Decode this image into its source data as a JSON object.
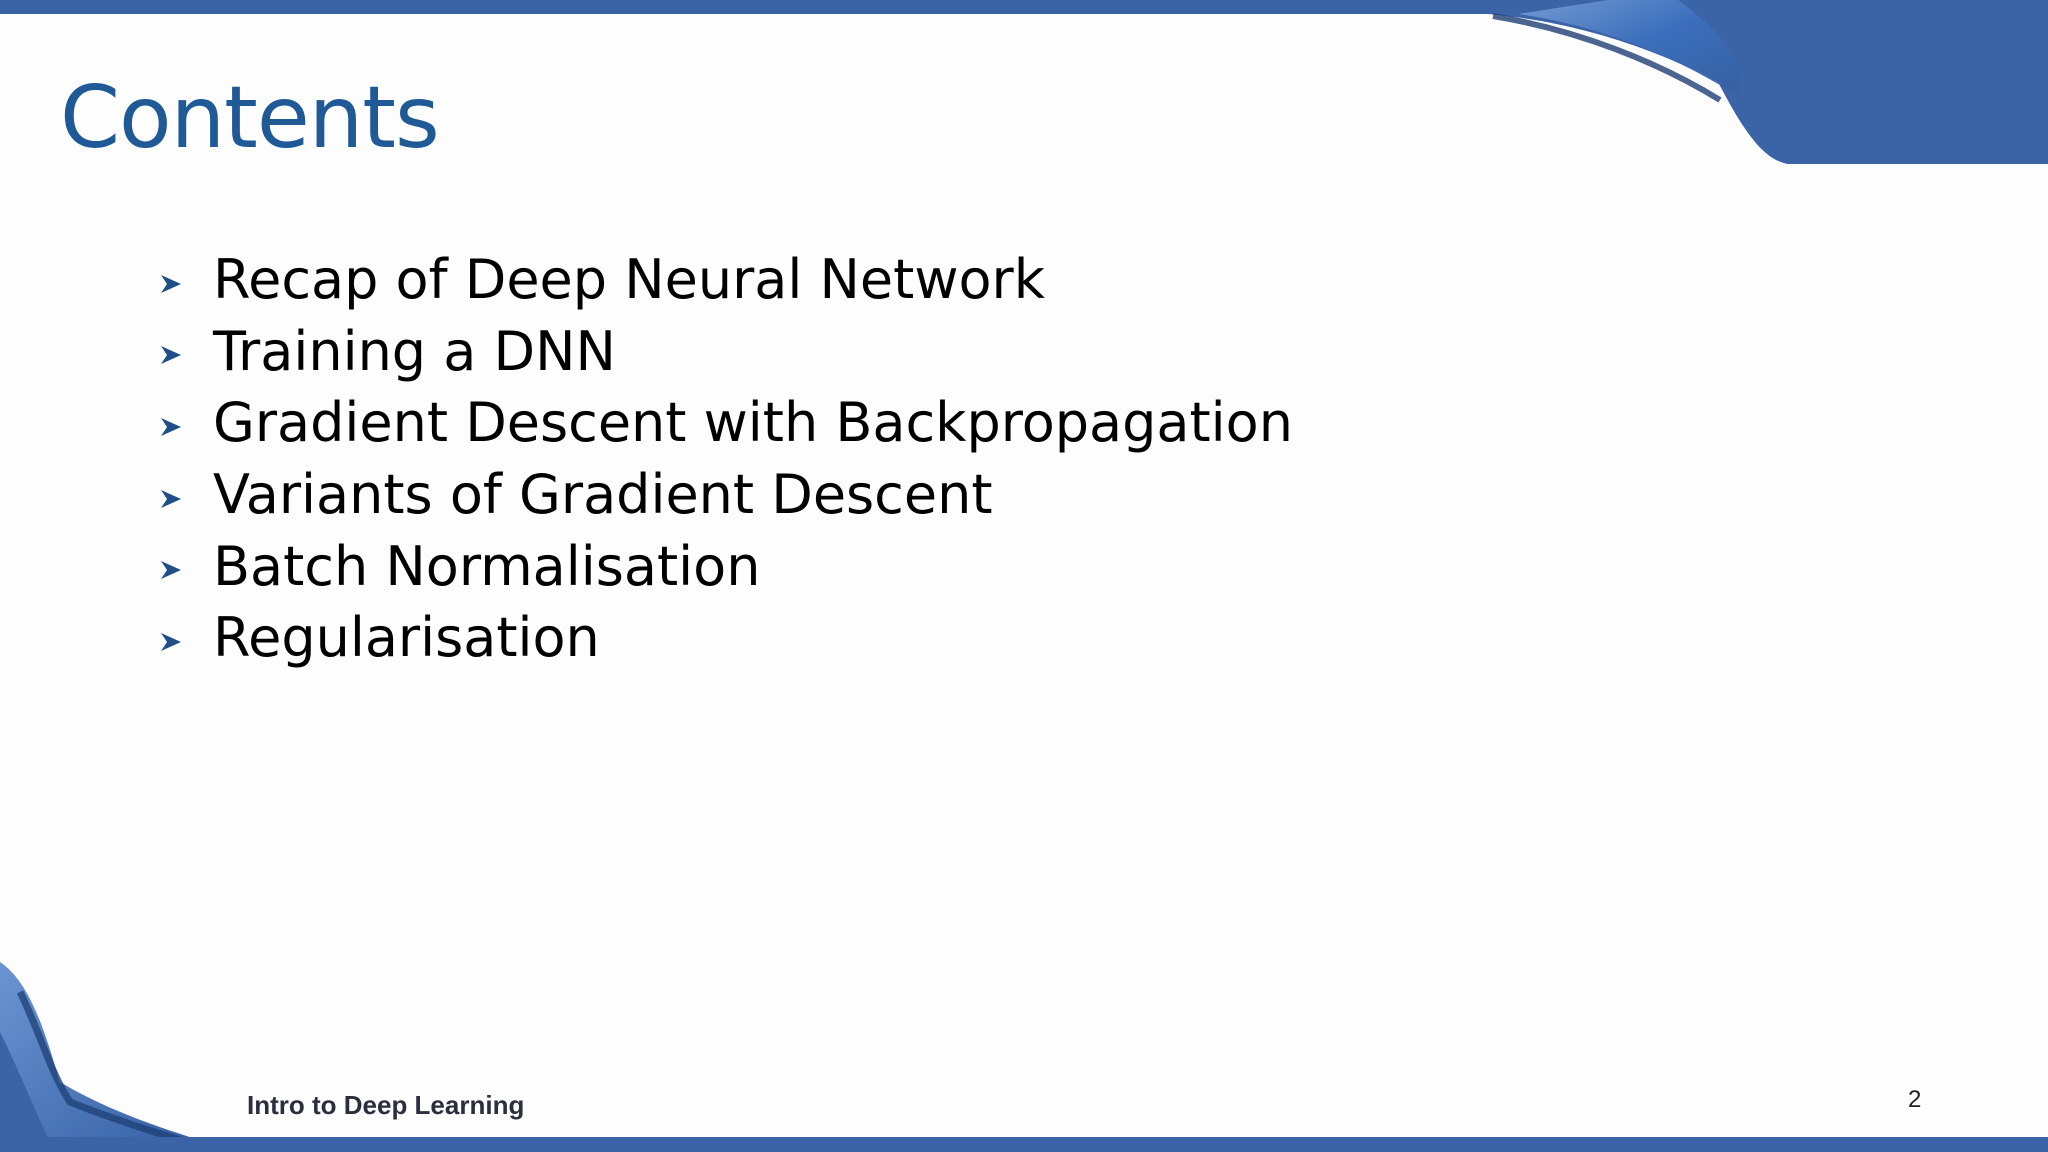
{
  "slide": {
    "title": "Contents",
    "bullets": [
      "Recap of Deep Neural Network",
      "Training a DNN",
      "Gradient Descent with Backpropagation",
      "Variants of Gradient Descent",
      "Batch Normalisation",
      "Regularisation"
    ],
    "footer": "Intro to Deep Learning",
    "page_number": "2"
  },
  "icons": {
    "bullet": "arrowhead-bullet-icon"
  },
  "colors": {
    "accent_blue": "#3b64a6",
    "title_blue": "#1f5a97",
    "bullet_color": "#1f4f86"
  }
}
